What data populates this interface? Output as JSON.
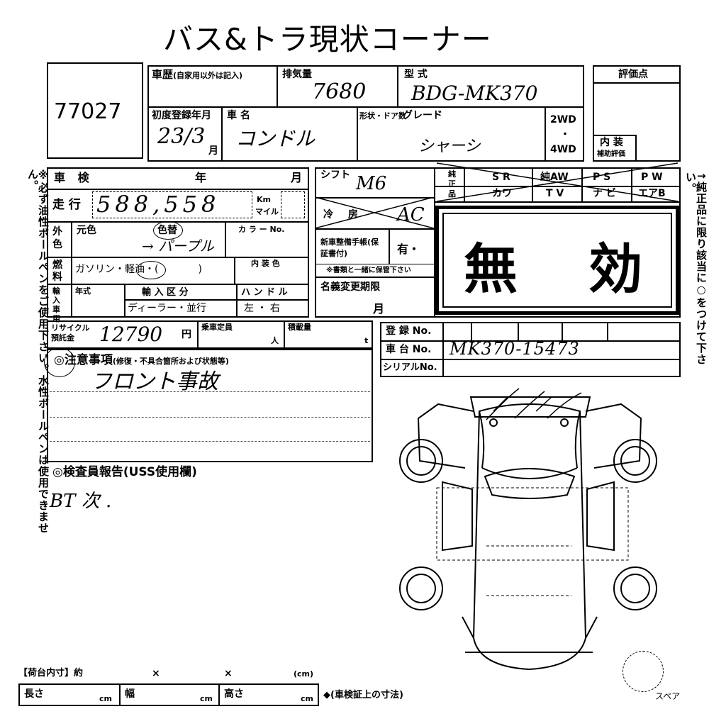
{
  "title": "バス&トラ現状コーナー",
  "lot_number": "77027",
  "history": {
    "label": "車歴",
    "note": "(自家用以外は記入)"
  },
  "displacement": {
    "label": "排気量",
    "value": "7680"
  },
  "model": {
    "label": "型 式",
    "value": "BDG-MK370"
  },
  "first_registration": {
    "label": "初度登録年月",
    "value": "23/3",
    "unit": "月"
  },
  "car_name": {
    "label": "車 名",
    "value": "コンドル"
  },
  "shape_doors": {
    "label": "形状・ドア数"
  },
  "grade": {
    "label": "グレード",
    "value": "シャーシ"
  },
  "drive": {
    "two": "2WD",
    "dot": "・",
    "four": "4WD"
  },
  "rating": {
    "label": "評価点",
    "interior": "内 装",
    "interior_sub": "補助評価"
  },
  "inspection": {
    "label": "車 検",
    "year": "年",
    "month": "月"
  },
  "mileage": {
    "label": "走 行",
    "value": "588,558",
    "unit_km": "Km",
    "unit_mile": "マイル"
  },
  "color": {
    "outer_label": "外色",
    "original": "元色",
    "changed": "色替",
    "color_no": "カ ラ ー No.",
    "value": "→ パープル"
  },
  "fuel": {
    "label": "燃料",
    "value": "ガソリン・軽油・(　　　　)",
    "interior_color": "内 装 色"
  },
  "import": {
    "label": "輸入車用",
    "year": "年式",
    "category": "輸 入 区 分",
    "category_value": "ディーラー・並行",
    "handle": "ハ ン ド ル",
    "handle_value": "左 ・ 右"
  },
  "recycle": {
    "label": "リサイクル預託金",
    "value": "12790",
    "unit": "円",
    "capacity": "乗車定員",
    "capacity_unit": "人",
    "load": "積載量",
    "load_unit": "t"
  },
  "shift": {
    "label": "シフト",
    "value": "M6"
  },
  "ac": {
    "label": "冷 房",
    "value": "AC"
  },
  "genuine": {
    "label": "純正品",
    "items_row1": [
      "S R",
      "純AW",
      "P S",
      "P W"
    ],
    "items_row2": [
      "カワ",
      "T V",
      "ナ ビ",
      "エアB"
    ]
  },
  "maintenance": {
    "label": "新車整備手帳(保証書付)",
    "value": "有・",
    "note": "※書類と一緒に保管下さい"
  },
  "name_change": {
    "label": "名義変更期限",
    "month": "月"
  },
  "invalid_stamp": "無　効",
  "registration_no": {
    "label": "登 録 No."
  },
  "chassis_no": {
    "label": "車 台 No.",
    "value": "MK370-15473"
  },
  "serial_no": {
    "label": "シリアルNo."
  },
  "notes": {
    "label": "◎注意事項",
    "sub": "(修復・不具合箇所および状態等)",
    "value": "フロント事故"
  },
  "inspector": {
    "label": "◎検査員報告(USS使用欄)",
    "value": "BT 次 ."
  },
  "side_left": "※必ず油性ボールペンをご使用下さい。水性ボールペンは使用できません。",
  "side_right": "↑純正品に限り該当に○をつけて下さい。",
  "cargo": {
    "label": "【荷台内寸】約",
    "x1": "×",
    "x2": "×",
    "unit": "(cm)",
    "length": "長さ",
    "width": "幅",
    "height": "高さ",
    "cm": "cm",
    "note": "◆(車検証上の寸法)"
  },
  "spare": "スペア"
}
